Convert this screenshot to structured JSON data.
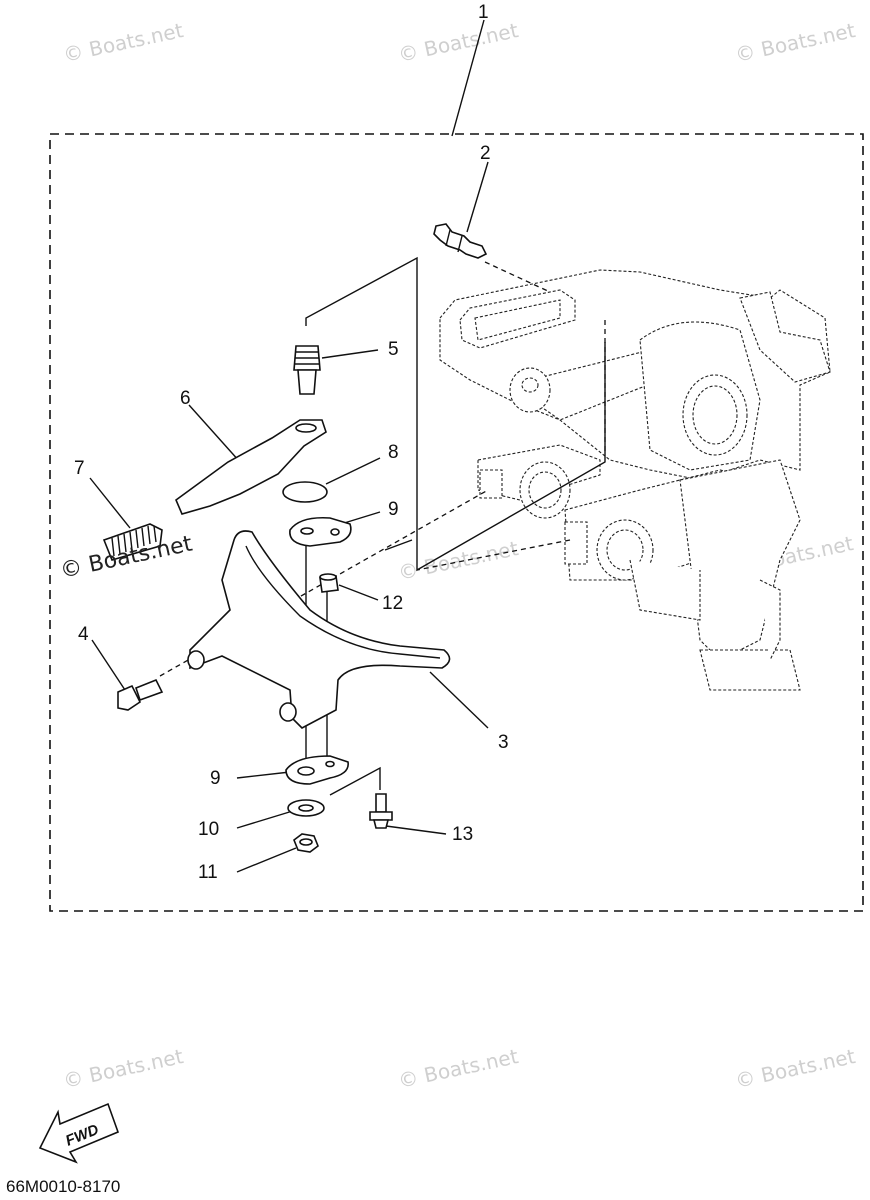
{
  "diagram": {
    "callouts": {
      "c1": "1",
      "c2": "2",
      "c3": "3",
      "c4": "4",
      "c5": "5",
      "c6": "6",
      "c7": "7",
      "c8": "8",
      "c9a": "9",
      "c9b": "9",
      "c10": "10",
      "c11": "11",
      "c12": "12",
      "c13": "13"
    },
    "watermark": "© Boats.net",
    "fwd_label": "FWD",
    "drawing_code": "66M0010-8170"
  }
}
